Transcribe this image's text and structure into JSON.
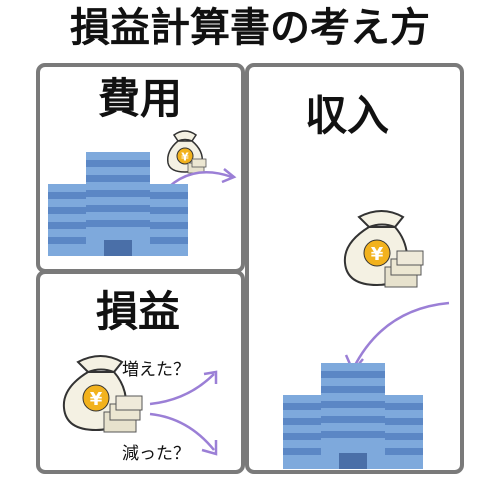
{
  "title": "損益計算書の考え方",
  "panels": {
    "expense": {
      "label": "費用"
    },
    "revenue": {
      "label": "収入"
    },
    "profit": {
      "label": "損益",
      "increase_label": "増えた？",
      "decrease_label": "減った？"
    }
  },
  "icons": {
    "money_bag_symbol": "¥",
    "colors": {
      "building_light": "#7ea9dc",
      "building_dark": "#5b87c5",
      "money_bag": "#f4f1e3",
      "yen_coin": "#f2b21d",
      "arrow": "#9b7fd6",
      "border": "#7a7a7a"
    }
  }
}
